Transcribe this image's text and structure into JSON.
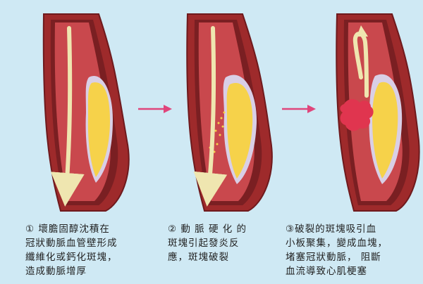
{
  "captions": [
    {
      "lines": [
        "① 壞膽固醇沈積在",
        "冠狀動脈血管壁形成",
        "纖維化或鈣化斑塊，",
        "造成動脈增厚"
      ]
    },
    {
      "lines": [
        "② 動 脈 硬 化 的",
        "斑塊引起發炎反",
        "應，斑塊破裂"
      ]
    },
    {
      "lines": [
        "③破裂的斑塊吸引血",
        "小板聚集，變成血塊，",
        "堵塞冠狀動脈， 阻斷",
        "血流導致心肌梗塞"
      ]
    }
  ],
  "colors": {
    "background": "#cfe9f4",
    "artery_wall": "#9e2a2b",
    "artery_inner": "#7a1f22",
    "lumen": "#c9484d",
    "plaque": "#f6d24a",
    "membrane": "#d9cfe6",
    "flow_arrow": "#efe6b0",
    "transition_arrow": "#e0457b",
    "clot": "#e0354f"
  },
  "icons": [
    "transition-arrow-icon",
    "blood-flow-arrow-icon"
  ]
}
